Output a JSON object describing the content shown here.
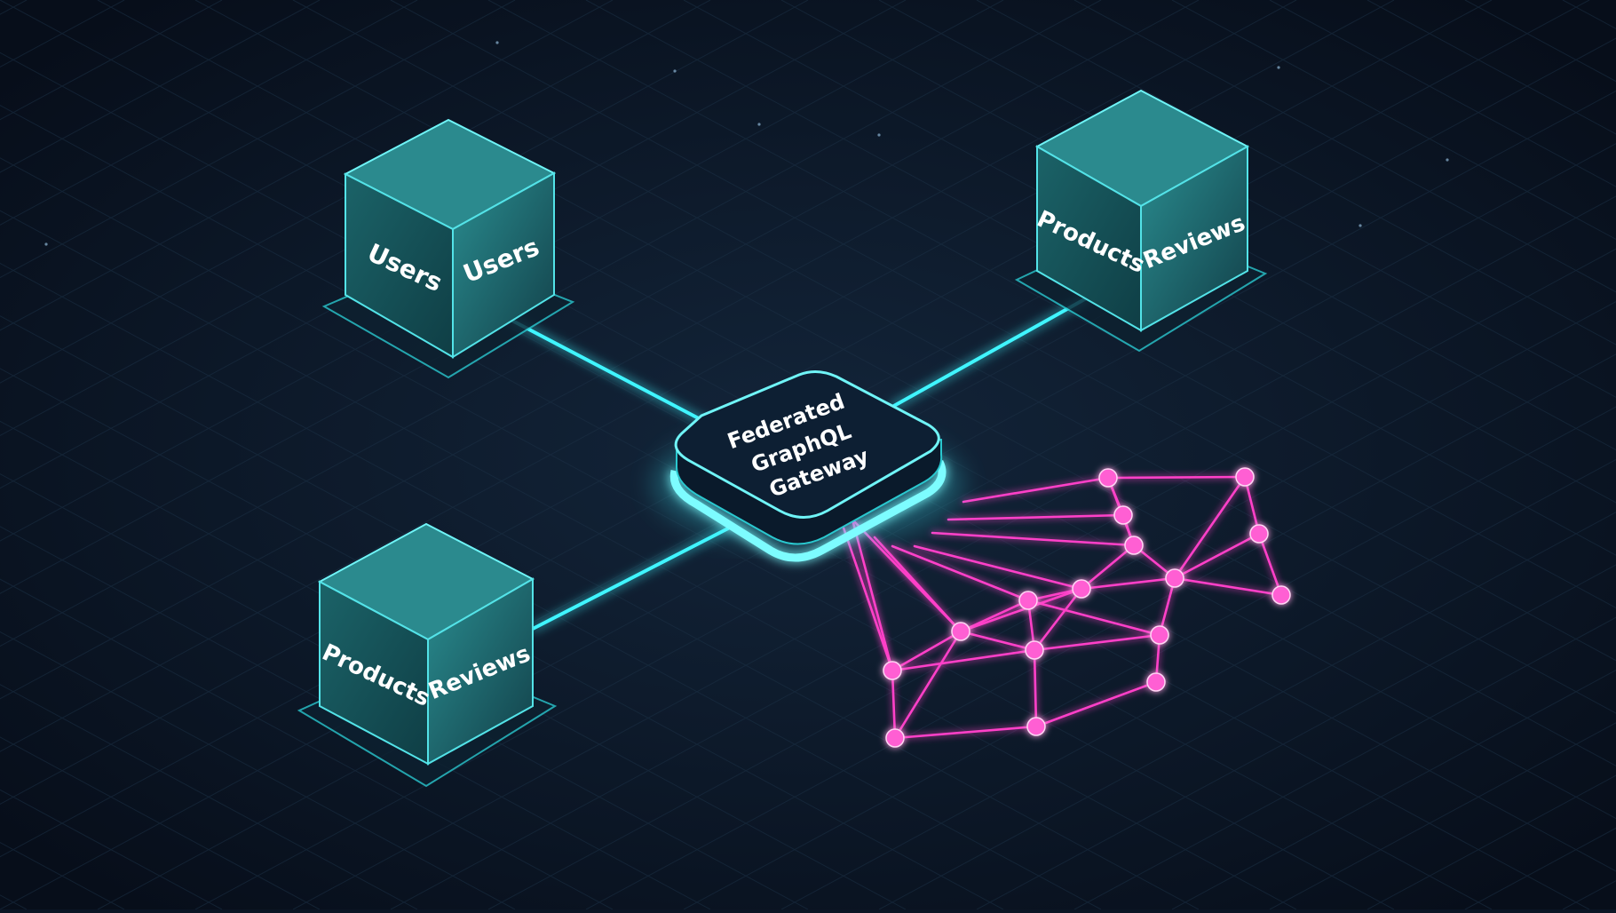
{
  "gateway": {
    "label_lines": [
      "Federated",
      "GraphQL",
      "Gateway"
    ]
  },
  "services": [
    {
      "left_face": "Users",
      "right_face": "Users"
    },
    {
      "left_face": "Products",
      "right_face": "Reviews"
    },
    {
      "left_face": "Products",
      "right_face": "Reviews"
    }
  ],
  "colors": {
    "background": "#0b1524",
    "cube_front": "#1f6d72",
    "cube_side": "#175559",
    "cube_top": "#2b8a8e",
    "cyan_glow": "#3ff5ff",
    "magenta_glow": "#ff3fc8",
    "gateway_top": "#0d1f33"
  }
}
